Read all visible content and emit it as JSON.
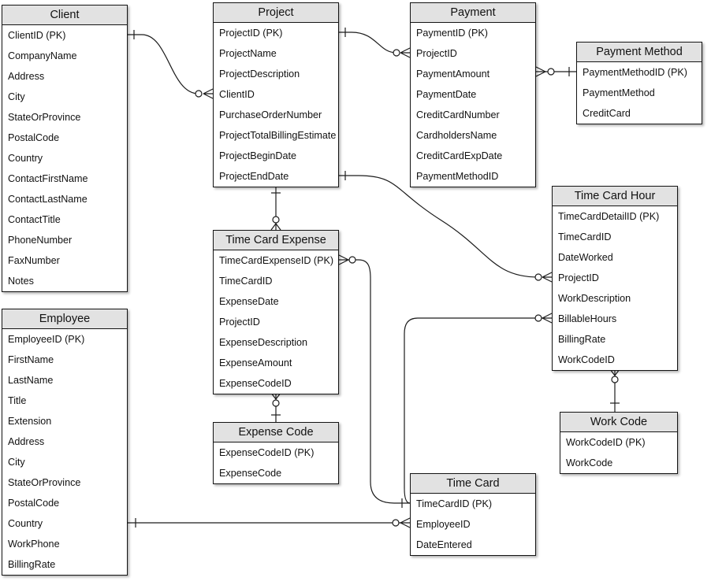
{
  "diagram": {
    "type": "entity-relationship-diagram",
    "colors": {
      "header_fill": "#e2e2e2",
      "border": "#141414",
      "line": "#1c1c1c",
      "background": "#ffffff"
    },
    "entities": {
      "client": {
        "title": "Client",
        "fields": [
          "ClientID (PK)",
          "CompanyName",
          "Address",
          "City",
          "StateOrProvince",
          "PostalCode",
          "Country",
          "ContactFirstName",
          "ContactLastName",
          "ContactTitle",
          "PhoneNumber",
          "FaxNumber",
          "Notes"
        ]
      },
      "employee": {
        "title": "Employee",
        "fields": [
          "EmployeeID (PK)",
          "FirstName",
          "LastName",
          "Title",
          "Extension",
          "Address",
          "City",
          "StateOrProvince",
          "PostalCode",
          "Country",
          "WorkPhone",
          "BillingRate"
        ]
      },
      "project": {
        "title": "Project",
        "fields": [
          "ProjectID (PK)",
          "ProjectName",
          "ProjectDescription",
          "ClientID",
          "PurchaseOrderNumber",
          "ProjectTotalBillingEstimate",
          "ProjectBeginDate",
          "ProjectEndDate"
        ]
      },
      "payment": {
        "title": "Payment",
        "fields": [
          "PaymentID (PK)",
          "ProjectID",
          "PaymentAmount",
          "PaymentDate",
          "CreditCardNumber",
          "CardholdersName",
          "CreditCardExpDate",
          "PaymentMethodID"
        ]
      },
      "payment_method": {
        "title": "Payment Method",
        "fields": [
          "PaymentMethodID (PK)",
          "PaymentMethod",
          "CreditCard"
        ]
      },
      "time_card_hour": {
        "title": "Time Card Hour",
        "fields": [
          "TimeCardDetailID (PK)",
          "TimeCardID",
          "DateWorked",
          "ProjectID",
          "WorkDescription",
          "BillableHours",
          "BillingRate",
          "WorkCodeID"
        ]
      },
      "time_card_expense": {
        "title": "Time Card Expense",
        "fields": [
          "TimeCardExpenseID (PK)",
          "TimeCardID",
          "ExpenseDate",
          "ProjectID",
          "ExpenseDescription",
          "ExpenseAmount",
          "ExpenseCodeID"
        ]
      },
      "expense_code": {
        "title": "Expense Code",
        "fields": [
          "ExpenseCodeID (PK)",
          "ExpenseCode"
        ]
      },
      "work_code": {
        "title": "Work Code",
        "fields": [
          "WorkCodeID (PK)",
          "WorkCode"
        ]
      },
      "time_card": {
        "title": "Time Card",
        "fields": [
          "TimeCardID (PK)",
          "EmployeeID",
          "DateEntered"
        ]
      }
    },
    "relationships": [
      {
        "one": "Client",
        "many": "Project",
        "key": "ClientID",
        "cardinality": "one-to-zero-or-many"
      },
      {
        "one": "Project",
        "many": "Payment",
        "key": "ProjectID",
        "cardinality": "one-to-zero-or-many"
      },
      {
        "one": "Payment Method",
        "many": "Payment",
        "key": "PaymentMethodID",
        "cardinality": "one-to-zero-or-many"
      },
      {
        "one": "Project",
        "many": "Time Card Hour",
        "key": "ProjectID",
        "cardinality": "one-to-zero-or-many"
      },
      {
        "one": "Project",
        "many": "Time Card Expense",
        "key": "ProjectID",
        "cardinality": "one-to-zero-or-many"
      },
      {
        "one": "Time Card",
        "many": "Time Card Expense",
        "key": "TimeCardID",
        "cardinality": "one-to-zero-or-many"
      },
      {
        "one": "Time Card",
        "many": "Time Card Hour",
        "key": "TimeCardID",
        "cardinality": "one-to-zero-or-many"
      },
      {
        "one": "Employee",
        "many": "Time Card",
        "key": "EmployeeID",
        "cardinality": "one-to-zero-or-many"
      },
      {
        "one": "Expense Code",
        "many": "Time Card Expense",
        "key": "ExpenseCodeID",
        "cardinality": "one-to-zero-or-many"
      },
      {
        "one": "Work Code",
        "many": "Time Card Hour",
        "key": "WorkCodeID",
        "cardinality": "one-to-zero-or-many"
      }
    ]
  }
}
